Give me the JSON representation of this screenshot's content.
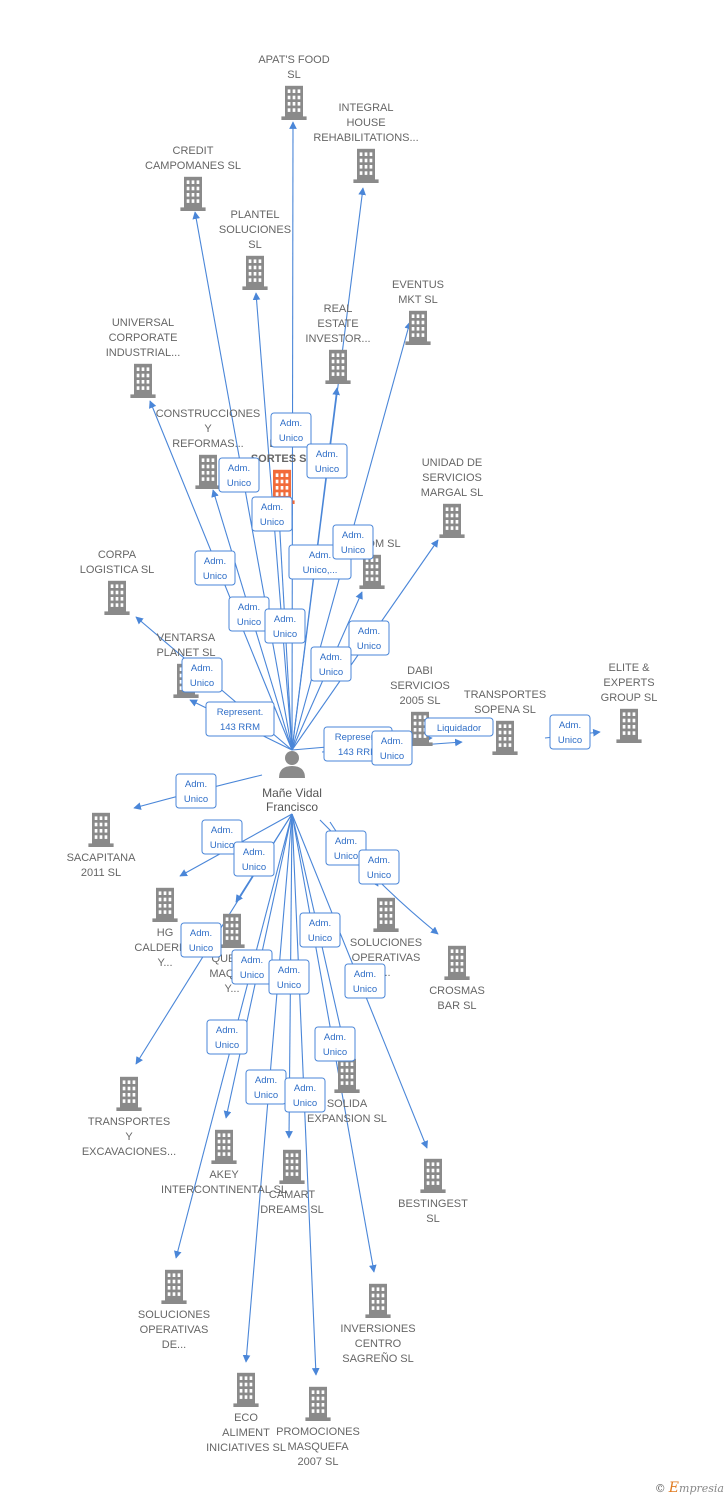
{
  "person": {
    "name_line1": "Mañe Vidal",
    "name_line2": "Francisco"
  },
  "credit": {
    "symbol": "©",
    "brand_initial": "E",
    "brand_rest": "mpresia"
  },
  "colors": {
    "edge": "#4a86d8",
    "building": "#8a8a8a",
    "highlight": "#f26b3a"
  },
  "nodes": [
    {
      "id": "apats",
      "lines": [
        "APAT'S FOOD",
        "SL"
      ]
    },
    {
      "id": "integral",
      "lines": [
        "INTEGRAL",
        "HOUSE",
        "REHABILITATIONS..."
      ]
    },
    {
      "id": "credit_c",
      "lines": [
        "CREDIT",
        "CAMPOMANES SL"
      ]
    },
    {
      "id": "plantel",
      "lines": [
        "PLANTEL",
        "SOLUCIONES",
        "SL"
      ]
    },
    {
      "id": "eventus",
      "lines": [
        "EVENTUS",
        "MKT  SL"
      ]
    },
    {
      "id": "real",
      "lines": [
        "REAL",
        "ESTATE",
        "INVESTOR..."
      ]
    },
    {
      "id": "universal",
      "lines": [
        "UNIVERSAL",
        "CORPORATE",
        "INDUSTRIAL..."
      ]
    },
    {
      "id": "construcciones",
      "lines": [
        "CONSTRUCCIONES",
        "Y",
        "REFORMAS..."
      ]
    },
    {
      "id": "gestion",
      "lines": [
        "GES",
        "DE T",
        "SORTES  SL"
      ],
      "highlight": true
    },
    {
      "id": "unidad",
      "lines": [
        "UNIDAD DE",
        "SERVICIOS",
        "MARGAL SL"
      ]
    },
    {
      "id": "dom",
      "lines": [
        "P...DOM SL"
      ]
    },
    {
      "id": "corpa",
      "lines": [
        "CORPA",
        "LOGISTICA  SL"
      ]
    },
    {
      "id": "ventarsa",
      "lines": [
        "VENTARSA",
        "PLANET SL"
      ]
    },
    {
      "id": "dabi",
      "lines": [
        "DABI",
        "SERVICIOS",
        "2005 SL"
      ]
    },
    {
      "id": "sopena",
      "lines": [
        "TRANSPORTES",
        "SOPENA SL"
      ]
    },
    {
      "id": "elite",
      "lines": [
        "ELITE &",
        "EXPERTS",
        "GROUP  SL"
      ]
    },
    {
      "id": "sacapitana",
      "lines": [
        "SACAPITANA",
        "2011 SL"
      ]
    },
    {
      "id": "hg",
      "lines": [
        "HG",
        "CALDERE...",
        "Y..."
      ]
    },
    {
      "id": "quer",
      "lines": [
        "QUER...",
        "MAQUI...",
        "Y..."
      ]
    },
    {
      "id": "solop1",
      "lines": [
        "SOLUCIONES",
        "OPERATIVAS",
        "..."
      ]
    },
    {
      "id": "crosmas",
      "lines": [
        "CROSMAS",
        "BAR SL"
      ]
    },
    {
      "id": "transexc",
      "lines": [
        "TRANSPORTES",
        "Y",
        "EXCAVACIONES..."
      ]
    },
    {
      "id": "solida",
      "lines": [
        "SOLIDA",
        "EXPANSION  SL"
      ]
    },
    {
      "id": "akey",
      "lines": [
        "AKEY",
        "INTERCONTINENTAL SL"
      ]
    },
    {
      "id": "camart",
      "lines": [
        "CAMART",
        "DREAMS SL"
      ]
    },
    {
      "id": "bestingest",
      "lines": [
        "BESTINGEST",
        "SL"
      ]
    },
    {
      "id": "solop2",
      "lines": [
        "SOLUCIONES",
        "OPERATIVAS",
        "DE..."
      ]
    },
    {
      "id": "inversiones",
      "lines": [
        "INVERSIONES",
        "CENTRO",
        "SAGREÑO  SL"
      ]
    },
    {
      "id": "eco",
      "lines": [
        "ECO",
        "ALIMENT",
        "INICIATIVES  SL"
      ]
    },
    {
      "id": "promociones",
      "lines": [
        "PROMOCIONES",
        "MASQUEFA",
        "2007 SL"
      ]
    }
  ],
  "edge_labels": [
    [
      "Adm.",
      "Unico"
    ],
    [
      "Adm.",
      "Unico"
    ],
    [
      "Adm.",
      "Unico"
    ],
    [
      "Adm.",
      "Unico"
    ],
    [
      "Adm.",
      "Unico,..."
    ],
    [
      "Adm.",
      "Unico"
    ],
    [
      "Adm.",
      "Unico"
    ],
    [
      "Adm.",
      "Unico"
    ],
    [
      "Adm.",
      "Unico"
    ],
    [
      "Adm.",
      "Unico"
    ],
    [
      "Adm.",
      "Unico"
    ],
    [
      "Adm.",
      "Unico"
    ],
    [
      "Represent.",
      "143 RRM"
    ],
    [
      "Represent.",
      "143 RRM"
    ],
    [
      "Adm.",
      "Unico"
    ],
    [
      "Liquidador"
    ],
    [
      "Adm.",
      "Unico"
    ],
    [
      "Adm.",
      "Unico"
    ],
    [
      "Adm.",
      "Unico"
    ],
    [
      "Adm.",
      "Unico"
    ],
    [
      "Adm.",
      "Unico"
    ],
    [
      "Adm.",
      "Unico"
    ],
    [
      "Adm.",
      "Unico"
    ],
    [
      "Adm.",
      "Unico"
    ],
    [
      "Adm.",
      "Unico"
    ],
    [
      "Adm.",
      "Unico"
    ],
    [
      "Adm.",
      "Unico"
    ],
    [
      "Adm.",
      "Unico"
    ],
    [
      "Adm.",
      "Unico"
    ],
    [
      "Adm.",
      "Unico"
    ],
    [
      "Adm.",
      "Unico"
    ]
  ]
}
